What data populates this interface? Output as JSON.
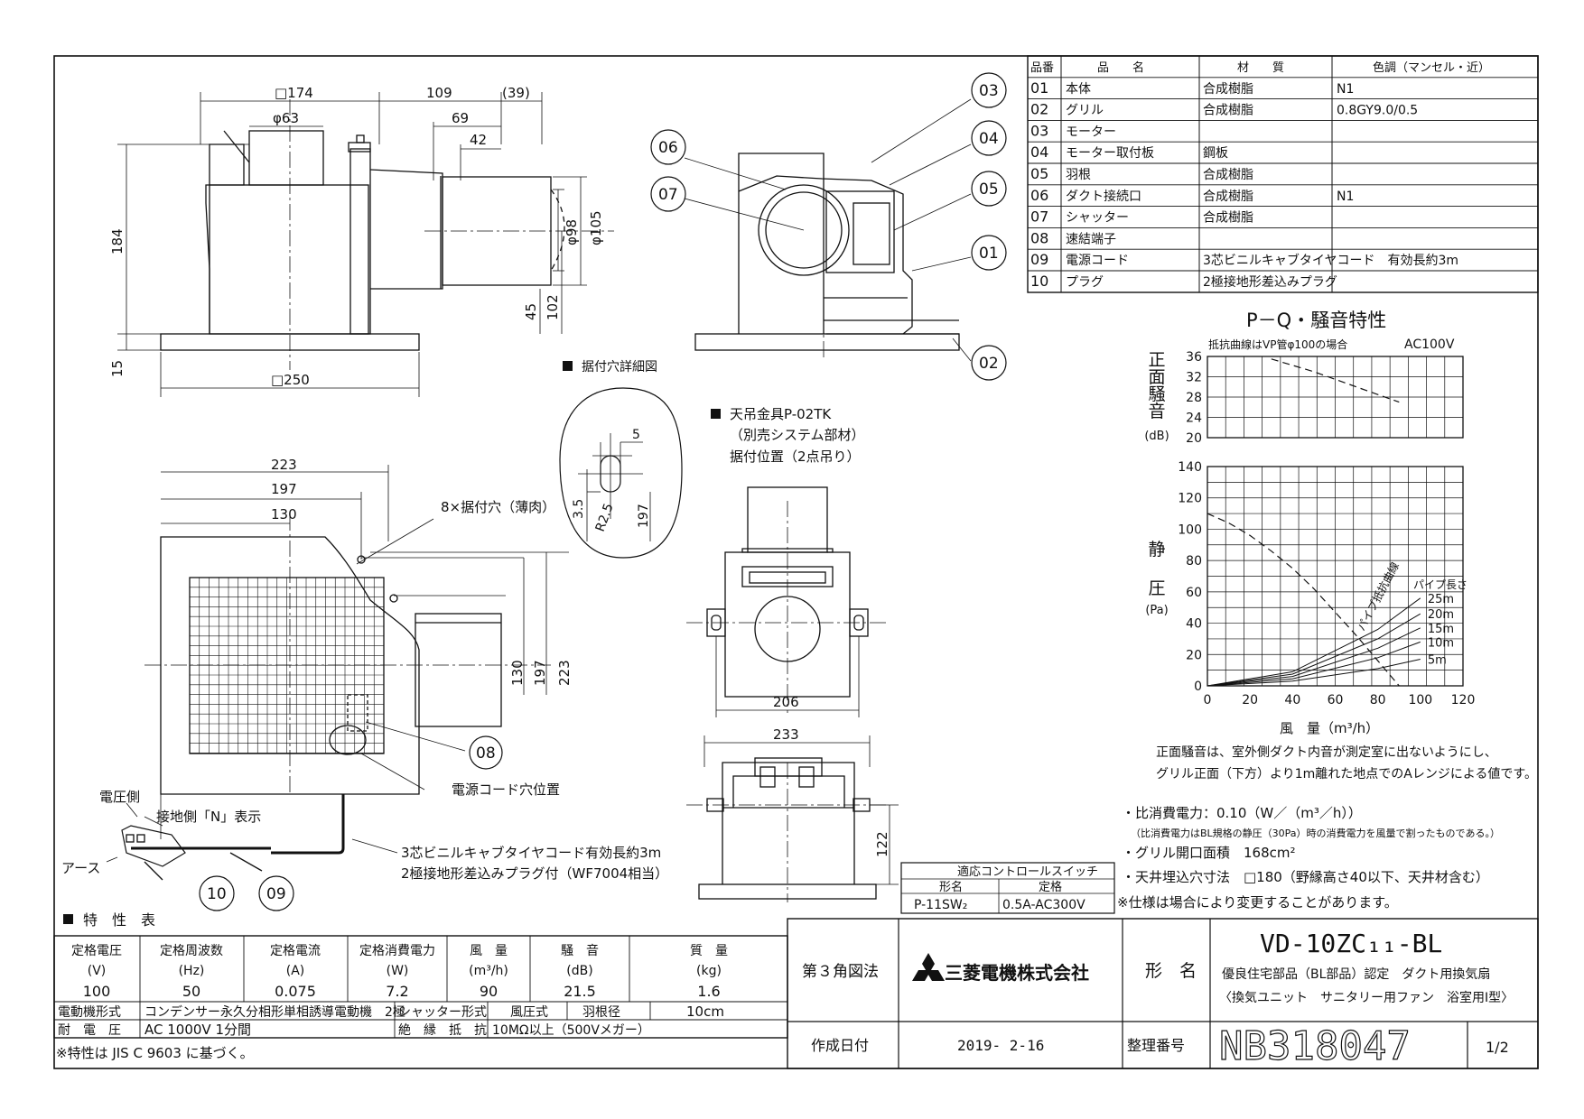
{
  "parts_table": {
    "headers": [
      "品番",
      "品　　名",
      "材　　質",
      "色調（マンセル・近）"
    ],
    "rows": [
      [
        "01",
        "本体",
        "合成樹脂",
        "N1"
      ],
      [
        "02",
        "グリル",
        "合成樹脂",
        "0.8GY9.0/0.5"
      ],
      [
        "03",
        "モーター",
        "",
        ""
      ],
      [
        "04",
        "モーター取付板",
        "鋼板",
        ""
      ],
      [
        "05",
        "羽根",
        "合成樹脂",
        ""
      ],
      [
        "06",
        "ダクト接続口",
        "合成樹脂",
        "N1"
      ],
      [
        "07",
        "シャッター",
        "合成樹脂",
        ""
      ],
      [
        "08",
        "速結端子",
        "",
        ""
      ],
      [
        "09",
        "電源コード",
        "3芯ビニルキャブタイヤコード　有効長約3m",
        ""
      ],
      [
        "10",
        "プラグ",
        "2極接地形差込みプラグ",
        ""
      ]
    ]
  },
  "front_view": {
    "dims": {
      "w174": "□174",
      "d63": "φ63",
      "d109": "109",
      "d39": "(39)",
      "d69": "69",
      "d42": "42",
      "d184": "184",
      "d98": "φ98",
      "d105": "φ105",
      "d45": "45",
      "d102": "102",
      "d15": "15",
      "w250": "□250"
    }
  },
  "side_view": {
    "callouts": [
      "03",
      "04",
      "05",
      "01",
      "02",
      "06",
      "07"
    ]
  },
  "hole_detail": {
    "title": "据付穴詳細図",
    "dims": {
      "d5": "5",
      "d35": "3.5",
      "r25": "R2.5",
      "d197": "197"
    }
  },
  "bottom_view": {
    "dims": {
      "d223": "223",
      "d197": "197",
      "d130": "130",
      "v130": "130",
      "v197": "197",
      "v223": "223"
    },
    "hole_label": "8×据付穴（薄肉）",
    "cord_hole": "電源コード穴位置",
    "callout08": "08",
    "voltage_side": "電圧側",
    "ground_n": "接地側「N」表示",
    "earth": "アース",
    "cord_note1": "3芯ビニルキャブタイヤコード有効長約3m",
    "cord_note2": "2極接地形差込みプラグ付（WF7004相当）",
    "callout10": "10",
    "callout09": "09"
  },
  "hanger": {
    "title": "天吊金具P-02TK",
    "sub": "（別売システム部材）",
    "pos": "据付位置（2点吊り）",
    "d206": "206",
    "d233": "233",
    "d122": "122"
  },
  "control_switch": {
    "title": "適応コントロールスイッチ",
    "headers": [
      "形名",
      "定格"
    ],
    "row": [
      "P-11SW₂",
      "0.5A-AC300V"
    ]
  },
  "chart_data": [
    {
      "type": "line",
      "title": "P－Q・騒音特性",
      "note": "抵抗曲線はVP管φ100の場合",
      "voltage": "AC100V",
      "ylabel": [
        "正",
        "面",
        "騒",
        "音",
        "(dB)"
      ],
      "ylim": [
        20,
        36
      ],
      "yticks": [
        "36",
        "32",
        "28",
        "24",
        "20"
      ],
      "xlim": [
        0,
        120
      ],
      "series": [
        {
          "name": "",
          "x": [
            30,
            50,
            70,
            90
          ],
          "y": [
            35.5,
            33.0,
            30.0,
            27.0
          ]
        }
      ]
    },
    {
      "type": "line",
      "ylabel": [
        "静",
        "圧",
        "(Pa)"
      ],
      "xlabel": "風　量（m³/h）",
      "xlim": [
        0,
        120
      ],
      "ylim": [
        0,
        140
      ],
      "xticks": [
        "0",
        "20",
        "40",
        "60",
        "80",
        "100",
        "120"
      ],
      "yticks": [
        "140",
        "120",
        "100",
        "80",
        "60",
        "40",
        "20",
        "0"
      ],
      "pq_curve": {
        "x": [
          0,
          10,
          20,
          30,
          40,
          50,
          60,
          70,
          80,
          90
        ],
        "y": [
          110,
          104,
          96,
          86,
          75,
          62,
          47,
          32,
          16,
          0
        ]
      },
      "pipe_label": "パイプ長さ",
      "resistance_label": "パイプ抵抗曲線",
      "resistance_curves": [
        {
          "name": "25m",
          "x": [
            0,
            40,
            80,
            100
          ],
          "y": [
            0,
            9,
            36,
            56
          ]
        },
        {
          "name": "20m",
          "x": [
            0,
            40,
            80,
            100
          ],
          "y": [
            0,
            7.5,
            30,
            46
          ]
        },
        {
          "name": "15m",
          "x": [
            0,
            40,
            80,
            100
          ],
          "y": [
            0,
            6,
            24,
            37
          ]
        },
        {
          "name": "10m",
          "x": [
            0,
            40,
            80,
            100
          ],
          "y": [
            0,
            4.5,
            18,
            28
          ]
        },
        {
          "name": "5m",
          "x": [
            0,
            40,
            80,
            100
          ],
          "y": [
            0,
            3,
            11,
            17
          ]
        }
      ]
    }
  ],
  "chart_notes": [
    "正面騒音は、室外側ダクト内音が測定室に出ないようにし、",
    "グリル正面（下方）より1m離れた地点でのAレンジによる値です。"
  ],
  "spec_notes": {
    "power": "・比消費電力：0.10（W／（m³／h））",
    "power_note": "（比消費電力はBL規格の静圧（30Pa）時の消費電力を風量で割ったものである。）",
    "grille": "・グリル開口面積　168cm²",
    "ceiling": "・天井埋込穴寸法　□180（野縁高さ40以下、天井材含む）",
    "change": "※仕様は場合により変更することがあります。"
  },
  "char_table": {
    "title": "特　性　表",
    "headers": [
      "定格電圧",
      "定格周波数",
      "定格電流",
      "定格消費電力",
      "風　量",
      "騒　音",
      "質　量"
    ],
    "units": [
      "(V)",
      "(Hz)",
      "(A)",
      "(W)",
      "(m³/h)",
      "(dB)",
      "(kg)"
    ],
    "values": [
      "100",
      "50",
      "0.075",
      "7.2",
      "90",
      "21.5",
      "1.6"
    ],
    "motor_label": "電動機形式",
    "motor": "コンデンサー永久分相形単相誘導電動機　2極",
    "shutter_label": "シャッター形式",
    "shutter": "風圧式",
    "blade_label": "羽根径",
    "blade": "10cm",
    "withstand_label": "耐　電　圧",
    "withstand": "AC 1000V 1分間",
    "insulation_label": "絶　縁　抵　抗",
    "insulation": "10MΩ以上（500Vメガー）",
    "jis": "※特性は JIS C 9603 に基づく。"
  },
  "title_block": {
    "projection": "第３角図法",
    "company": "三菱電機株式会社",
    "model_label": "形　名",
    "model": "VD-10ZC₁₁-BL",
    "desc1": "優良住宅部品（BL部品）認定　ダクト用換気扇",
    "desc2": "〈換気ユニット　サニタリー用ファン　浴室用Ⅰ型〉",
    "date_label": "作成日付",
    "date": "2019- 2-16",
    "number_label": "整理番号",
    "number": "NB318047",
    "page": "1/2"
  }
}
